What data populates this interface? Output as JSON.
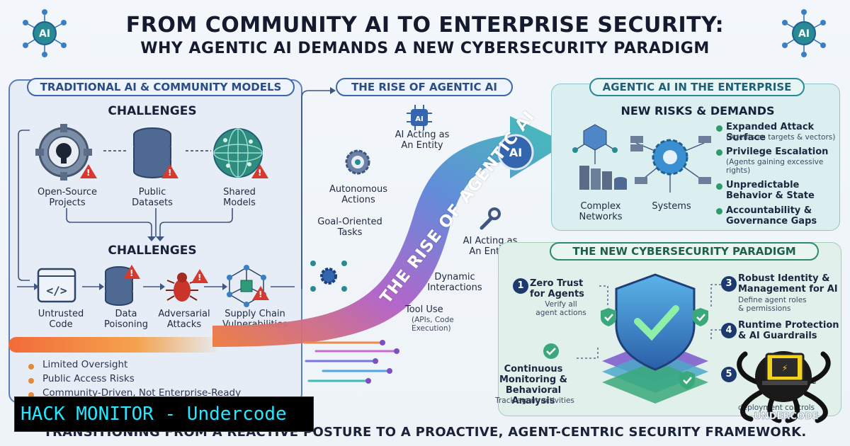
{
  "title": {
    "line1": "FROM COMMUNITY AI TO ENTERPRISE SECURITY:",
    "line2": "WHY AGENTIC AI DEMANDS A NEW CYBERSECURITY PARADIGM",
    "badge": "AI"
  },
  "left_panel": {
    "header": "TRADITIONAL AI & COMMUNITY MODELS",
    "challenges_top": {
      "heading": "CHALLENGES",
      "items": [
        {
          "label": "Open-Source\nProjects",
          "icon": "github-gear-icon"
        },
        {
          "label": "Public\nDatasets",
          "icon": "database-icon"
        },
        {
          "label": "Shared\nModels",
          "icon": "globe-network-icon"
        }
      ]
    },
    "challenges_bottom": {
      "heading": "CHALLENGES",
      "items": [
        {
          "label": "Untrusted\nCode",
          "icon": "code-window-icon"
        },
        {
          "label": "Data\nPoisoning",
          "icon": "database-icon"
        },
        {
          "label": "Adversarial\nAttacks",
          "icon": "bug-icon"
        },
        {
          "label": "Supply Chain\nVulnerabilities",
          "icon": "network-cube-icon"
        }
      ]
    },
    "risks": [
      "Limited Oversight",
      "Public Access Risks",
      "Community-Driven, Not Enterprise-Ready"
    ],
    "warning_glyph": "!"
  },
  "rise": {
    "header": "THE RISE OF AGENTIC AI",
    "arrow_text": "THE RISE OF AGENTIC AI",
    "items": [
      {
        "label": "AI Acting as\nAn Entity"
      },
      {
        "label": "Autonomous\nActions"
      },
      {
        "label": "Goal-Oriented\nTasks"
      },
      {
        "label": "AI Acting as\nAn Entity"
      },
      {
        "label": "Dynamic\nInteractions"
      },
      {
        "label": "Tool Use",
        "sub": "(APIs, Code\nExecution)"
      }
    ],
    "badge": "AI"
  },
  "enterprise": {
    "header": "AGENTIC AI IN THE ENTERPRISE",
    "subheader": "NEW RISKS & DEMANDS",
    "labels": [
      "Complex\nNetworks",
      "Systems"
    ],
    "risks": [
      {
        "title": "Expanded Attack Surface",
        "sub": "(Agents as targets & vectors)"
      },
      {
        "title": "Privilege Escalation",
        "sub": "(Agents gaining excessive\nrights)"
      },
      {
        "title": "Unpredictable\nBehavior & State",
        "sub": ""
      },
      {
        "title": "Accountability &\nGovernance Gaps",
        "sub": ""
      }
    ]
  },
  "paradigm": {
    "header": "THE NEW CYBERSECURITY PARADIGM",
    "items": [
      {
        "num": "1",
        "title": "Zero Trust\nfor Agents",
        "sub": "Verify all\nagent actions"
      },
      {
        "num": "3",
        "title": "Robust Identity &\nManagement for AI",
        "sub": "Define agent roles\n& permissions"
      },
      {
        "num": "4",
        "title": "Runtime Protection\n& AI Guardrails",
        "sub": ""
      },
      {
        "num": "5",
        "title": "Secure Lifecycle",
        "sub": "deployment controls"
      },
      {
        "num": "",
        "title": "Continuous\nMonitoring &\nBehavioral Analysis",
        "sub": "Track agent activities"
      }
    ],
    "check_glyph": "✓"
  },
  "footer": "TRANSITIONING FROM A REACTIVE POSTURE TO A PROACTIVE, AGENT-CENTRIC SECURITY FRAMEWORK.",
  "watermark": "HACK MONITOR - Undercode",
  "logo_text": "UNDERCODE",
  "colors": {
    "navy": "#294b87",
    "teal": "#2a8a94",
    "green": "#2d8a6e",
    "warning": "#d63a2f",
    "orange": "#e08a3a",
    "watermark_text": "#27e6ff"
  }
}
